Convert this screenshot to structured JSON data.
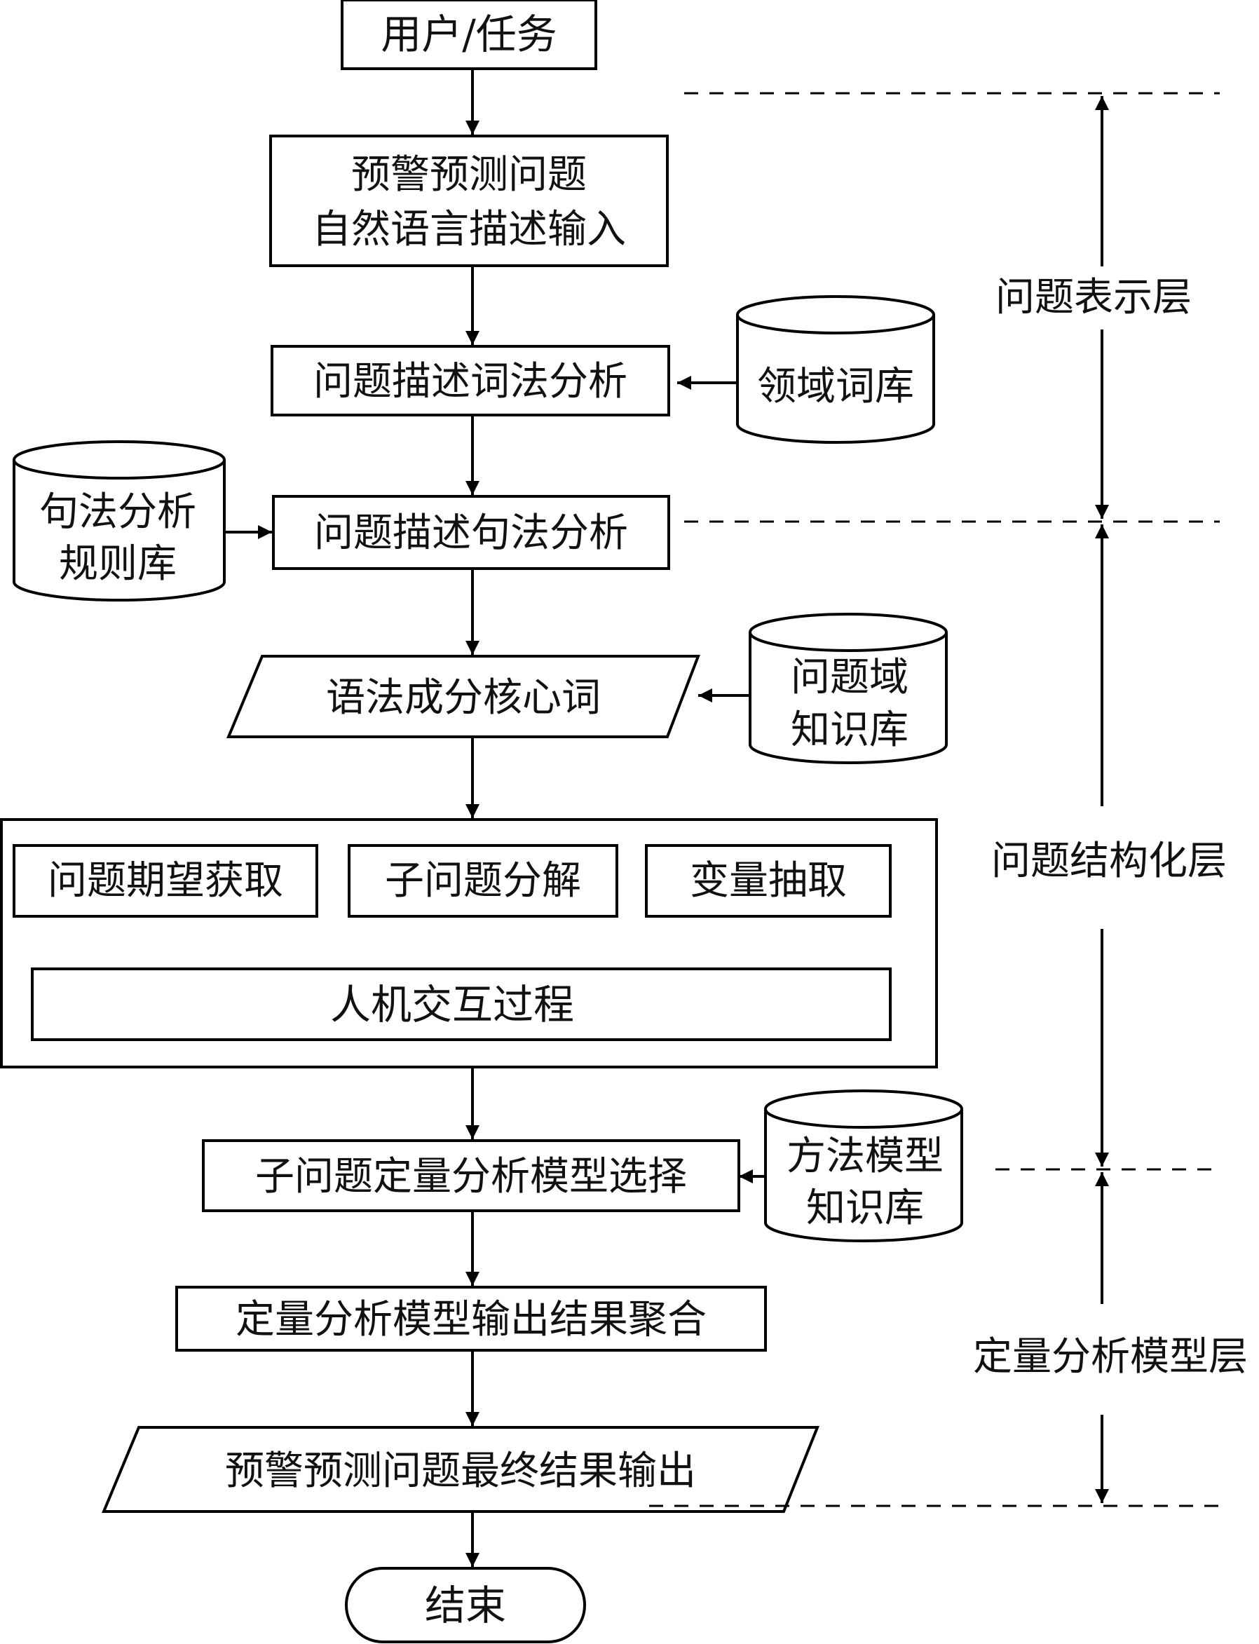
{
  "nodes": {
    "start": "用户/任务",
    "input_l1": "预警预测问题",
    "input_l2": "自然语言描述输入",
    "lexical": "问题描述词法分析",
    "domain_lexicon": "领域词库",
    "syntax_rules_l1": "句法分析",
    "syntax_rules_l2": "规则库",
    "syntactic": "问题描述句法分析",
    "core_words": "语法成分核心词",
    "problem_kb_l1": "问题域",
    "problem_kb_l2": "知识库",
    "expectation": "问题期望获取",
    "decompose": "子问题分解",
    "variables": "变量抽取",
    "hci": "人机交互过程",
    "model_select": "子问题定量分析模型选择",
    "method_kb_l1": "方法模型",
    "method_kb_l2": "知识库",
    "aggregate": "定量分析模型输出结果聚合",
    "final_output": "预警预测问题最终结果输出",
    "end": "结束"
  },
  "layers": {
    "representation": "问题表示层",
    "structuring": "问题结构化层",
    "quantitative": "定量分析模型层"
  }
}
